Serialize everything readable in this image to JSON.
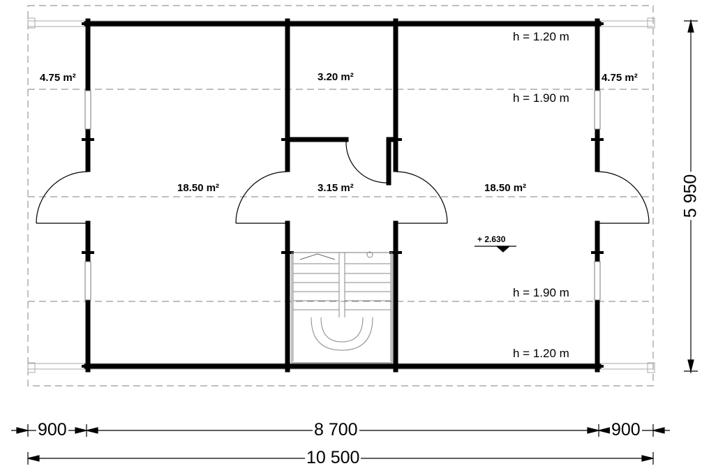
{
  "rooms": {
    "corner_tl": "4.75 m²",
    "corner_tr": "4.75 m²",
    "top_middle": "3.20 m²",
    "left_room": "18.50 m²",
    "hall": "3.15 m²",
    "right_room": "18.50 m²"
  },
  "heights": {
    "top_120": "h = 1.20 m",
    "top_190": "h = 1.90 m",
    "bottom_190": "h = 1.90 m",
    "bottom_120": "h = 1.20 m"
  },
  "elevation_mark": "+ 2.630",
  "dimensions": {
    "left_overhang": "900",
    "core_width": "8 700",
    "right_overhang": "900",
    "total_width": "10 500",
    "total_depth": "5 950"
  }
}
